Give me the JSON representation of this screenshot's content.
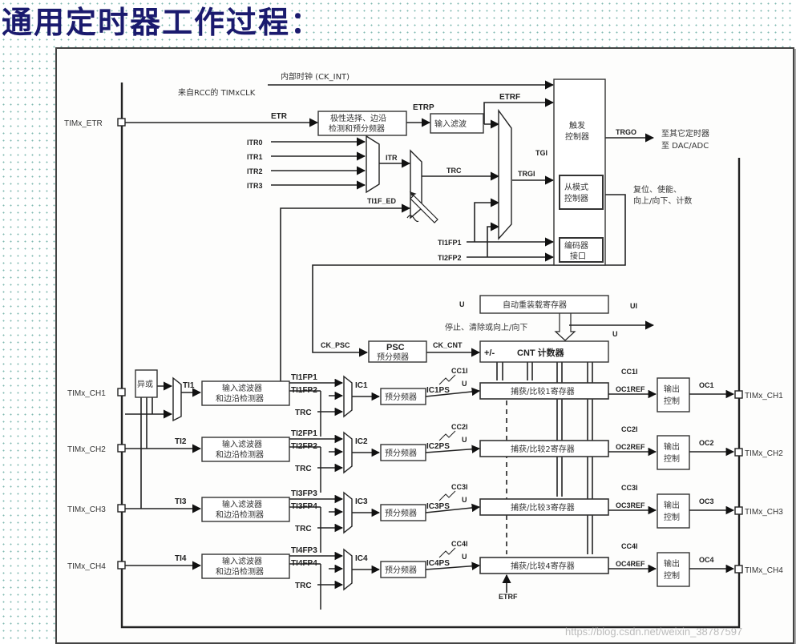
{
  "title": "通用定时器工作过程：",
  "watermark": "https://blog.csdn.net/weixin_38787597",
  "diagram": {
    "clock_sources": {
      "internal_clock": "内部时钟 (CK_INT)",
      "rcc_clock": "来自RCC的 TIMxCLK",
      "etr_pin": "TIMx_ETR",
      "etr": "ETR",
      "etrp": "ETRP",
      "etrf": "ETRF",
      "itr": [
        "ITR0",
        "ITR1",
        "ITR2",
        "ITR3"
      ],
      "itr_out": "ITR",
      "trc": "TRC",
      "ti1f_ed": "TI1F_ED",
      "tgi": "TGI",
      "trgi": "TRGI",
      "ti1fp1": "TI1FP1",
      "ti2fp2": "TI2FP2"
    },
    "blocks": {
      "polarity": [
        "极性选择、边沿",
        "检测和预分频器"
      ],
      "input_filter": "输入滤波",
      "trigger_controller": [
        "触发",
        "控制器"
      ],
      "slave_controller": [
        "从模式",
        "控制器"
      ],
      "encoder": [
        "编码器",
        "接口"
      ],
      "auto_reload": "自动重装载寄存器",
      "psc_name": "PSC",
      "psc_sub": "预分频器",
      "cnt_sign": "+/-",
      "cnt": "CNT 计数器",
      "xor": "异或",
      "filter": [
        "输入滤波器",
        "和边沿检测器"
      ],
      "prescaler": "预分频器",
      "output_ctrl": [
        "输出",
        "控制"
      ]
    },
    "outputs": {
      "trgo": "TRGO",
      "trgo_dest": [
        "至其它定时器",
        "至 DAC/ADC"
      ],
      "slave_actions": [
        "复位、使能、",
        "向上/向下、计数"
      ],
      "counter_ctrl": "停止、清除或向上/向下",
      "ui": "UI",
      "u": "U",
      "ck_psc": "CK_PSC",
      "ck_cnt": "CK_CNT",
      "etrf_bottom": "ETRF"
    },
    "channels": [
      {
        "pin": "TIMx_CH1",
        "ti": "TI1",
        "fp_a": "TI1FP1",
        "fp_b": "TI1FP2",
        "trc": "TRC",
        "ic": "IC1",
        "icps": "IC1PS",
        "cci": "CC1I",
        "reg": "捕获/比较1寄存器",
        "ocref": "OC1REF",
        "oc": "OC1"
      },
      {
        "pin": "TIMx_CH2",
        "ti": "TI2",
        "fp_a": "TI2FP1",
        "fp_b": "TI2FP2",
        "trc": "TRC",
        "ic": "IC2",
        "icps": "IC2PS",
        "cci": "CC2I",
        "reg": "捕获/比较2寄存器",
        "ocref": "OC2REF",
        "oc": "OC2"
      },
      {
        "pin": "TIMx_CH3",
        "ti": "TI3",
        "fp_a": "TI3FP3",
        "fp_b": "TI3FP4",
        "trc": "TRC",
        "ic": "IC3",
        "icps": "IC3PS",
        "cci": "CC3I",
        "reg": "捕获/比较3寄存器",
        "ocref": "OC3REF",
        "oc": "OC3"
      },
      {
        "pin": "TIMx_CH4",
        "ti": "TI4",
        "fp_a": "TI4FP3",
        "fp_b": "TI4FP4",
        "trc": "TRC",
        "ic": "IC4",
        "icps": "IC4PS",
        "cci": "CC4I",
        "reg": "捕获/比较4寄存器",
        "ocref": "OC4REF",
        "oc": "OC4"
      }
    ]
  }
}
